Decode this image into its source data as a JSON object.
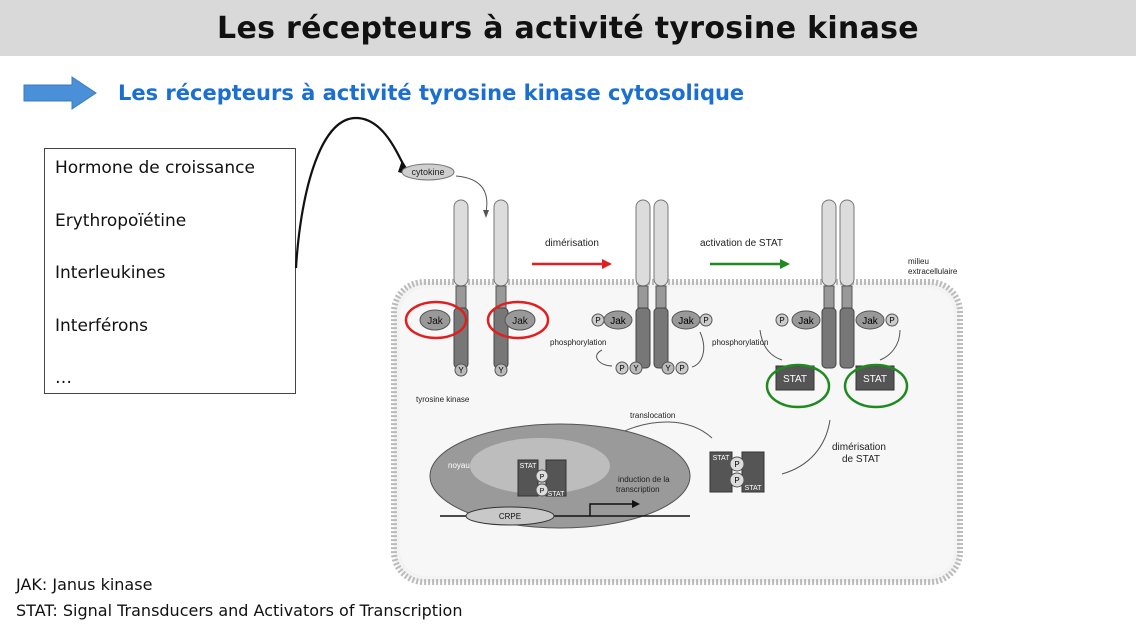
{
  "title": "Les récepteurs à activité tyrosine kinase",
  "subtitle": "Les récepteurs à activité tyrosine kinase cytosolique",
  "hormones": [
    "Hormone de croissance",
    "Erythropoïétine",
    "Interleukines",
    "Interférons",
    "…"
  ],
  "diagram": {
    "cytokine": "cytokine",
    "dimerisation": "dimérisation",
    "activation": "activation de STAT",
    "milieu": "milieu",
    "extracellulaire": "extracellulaire",
    "jak": "Jak",
    "p": "P",
    "y": "Y",
    "stat": "STAT",
    "phosphorylation": "phosphorylation",
    "tyrosine_kinase": "tyrosine kinase",
    "translocation": "translocation",
    "dimerisation_stat_1": "dimérisation",
    "dimerisation_stat_2": "de STAT",
    "noyau": "noyau",
    "induction_1": "induction de la",
    "induction_2": "transcription",
    "crpe": "CRPE"
  },
  "footnotes": [
    "JAK: Janus kinase",
    "STAT: Signal Transducers and Activators of Transcription"
  ],
  "colors": {
    "title_bg": "#d9d9d9",
    "subtitle": "#1a6fd1",
    "arrow_blue": "#4a90d9",
    "red": "#e02020",
    "green": "#1f8a1f"
  }
}
